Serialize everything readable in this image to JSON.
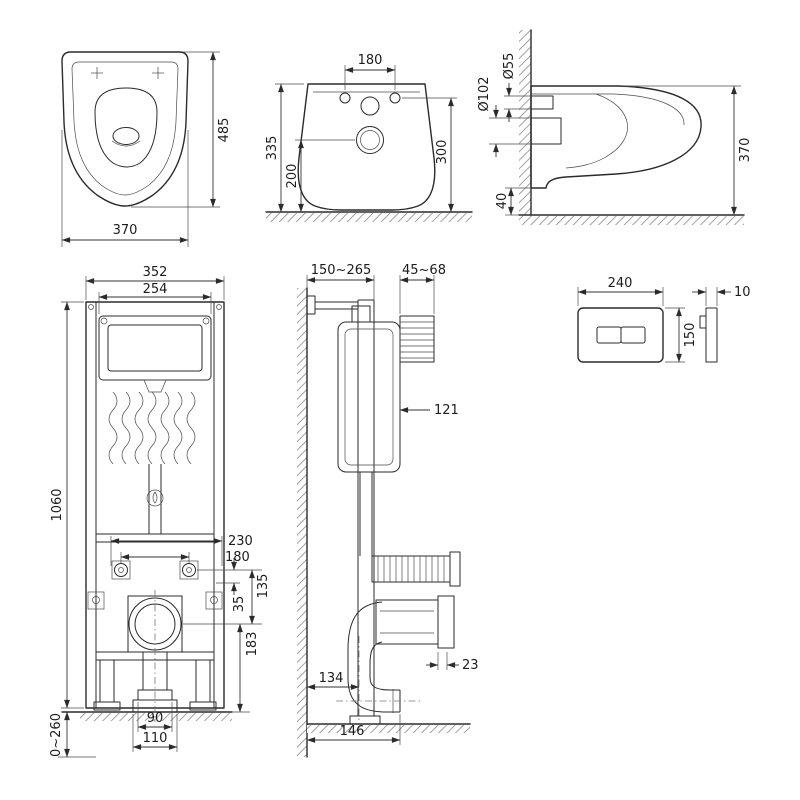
{
  "drawing": {
    "title": "wall-hung-toilet-installation-dimension-drawing",
    "colors": {
      "line": "#2b2b2b",
      "dimension": "#333333",
      "hatch": "#8a8a8a",
      "background": "#ffffff"
    },
    "views": {
      "bowl_front": {
        "dim_height": "485",
        "dim_width": "370"
      },
      "bowl_back": {
        "dim_holes": "180",
        "dim_total_height": "335",
        "dim_drain_height": "200",
        "dim_holes_height": "300"
      },
      "bowl_side": {
        "dim_inlet": "Ø55",
        "dim_outlet": "Ø102",
        "dim_depth": "370",
        "dim_clearance": "40"
      },
      "frame_front": {
        "dim_width": "352",
        "dim_cistern_width": "254",
        "dim_height": "1060",
        "dim_rods_230": "230",
        "dim_rods_180": "180",
        "dim_35": "35",
        "dim_135": "135",
        "dim_183": "183",
        "dim_feet_range": "0~260",
        "dim_outlet_90": "90",
        "dim_outlet_110": "110"
      },
      "frame_side": {
        "dim_depth_range": "150~265",
        "dim_sleeve_range": "45~68",
        "dim_121": "121",
        "dim_134": "134",
        "dim_23": "23",
        "dim_146": "146"
      },
      "flush_plate": {
        "dim_width": "240",
        "dim_height": "150",
        "dim_thickness": "10"
      }
    }
  }
}
